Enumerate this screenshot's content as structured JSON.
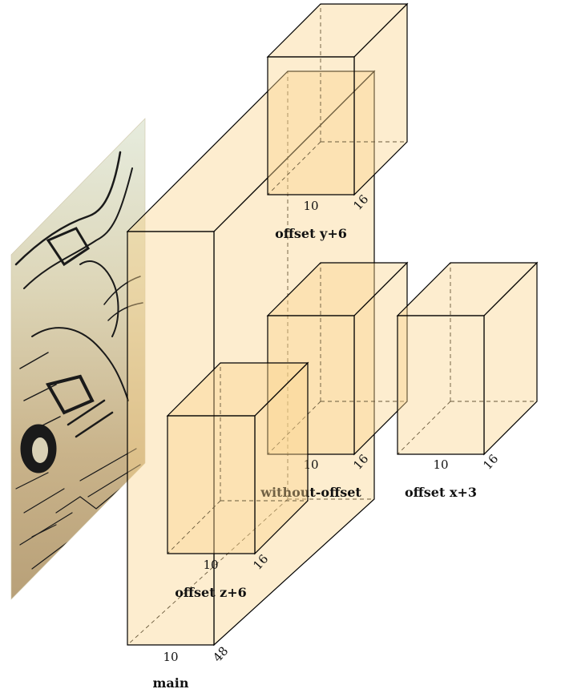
{
  "image_panel": {
    "description_icon": "input-image-icon"
  },
  "colors": {
    "cube_fill": "#fbd48c",
    "edge": "#000000"
  },
  "cubes": [
    {
      "id": "main",
      "label": "main",
      "width_label": "10",
      "depth_label": "48"
    },
    {
      "id": "offset-y",
      "label": "offset y+6",
      "width_label": "10",
      "depth_label": "16"
    },
    {
      "id": "without-offset",
      "label": "without-offset",
      "width_label": "10",
      "depth_label": "16"
    },
    {
      "id": "offset-x",
      "label": "offset x+3",
      "width_label": "10",
      "depth_label": "16"
    },
    {
      "id": "offset-z",
      "label": "offset z+6",
      "width_label": "10",
      "depth_label": "16"
    }
  ]
}
